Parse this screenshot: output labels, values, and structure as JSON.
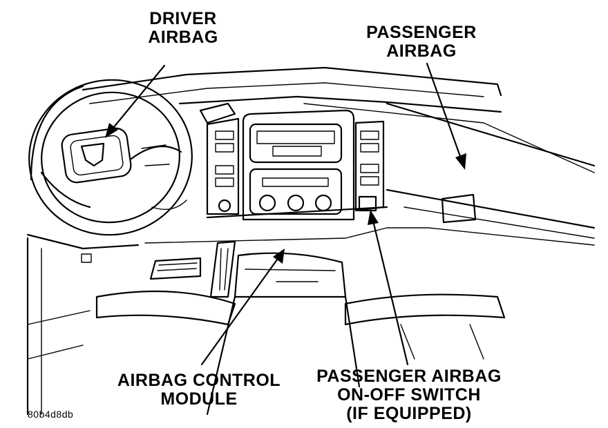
{
  "labels": {
    "driver_airbag": [
      "DRIVER",
      "AIRBAG"
    ],
    "passenger_airbag": [
      "PASSENGER",
      "AIRBAG"
    ],
    "airbag_control_module": [
      "AIRBAG CONTROL",
      "MODULE"
    ],
    "passenger_airbag_switch": [
      "PASSENGER AIRBAG",
      "ON-OFF SWITCH",
      "(IF EQUIPPED)"
    ]
  },
  "figure_id": "80b4d8db"
}
